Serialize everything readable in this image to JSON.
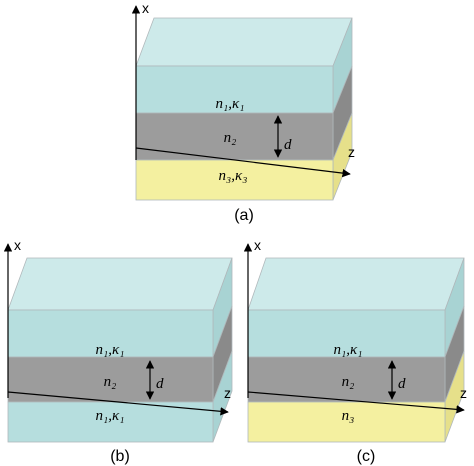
{
  "axes": {
    "x_label": "x",
    "z_label": "z"
  },
  "figures": [
    {
      "caption": "(a)",
      "layers": [
        {
          "label": "n₁,κ₁",
          "color": "#b6dede"
        },
        {
          "label": "n₂",
          "color": "#9c9c9c",
          "thickness_label": "d"
        },
        {
          "label": "n₃,κ₃",
          "color": "#f4f0a0"
        }
      ]
    },
    {
      "caption": "(b)",
      "layers": [
        {
          "label": "n₁,κ₁",
          "color": "#b6dede"
        },
        {
          "label": "n₂",
          "color": "#9c9c9c",
          "thickness_label": "d"
        },
        {
          "label": "n₁,κ₁",
          "color": "#b6dede"
        }
      ]
    },
    {
      "caption": "(c)",
      "layers": [
        {
          "label": "n₁,κ₁",
          "color": "#b6dede"
        },
        {
          "label": "n₂",
          "color": "#9c9c9c",
          "thickness_label": "d"
        },
        {
          "label": "n₃",
          "color": "#f4f0a0"
        }
      ]
    }
  ]
}
